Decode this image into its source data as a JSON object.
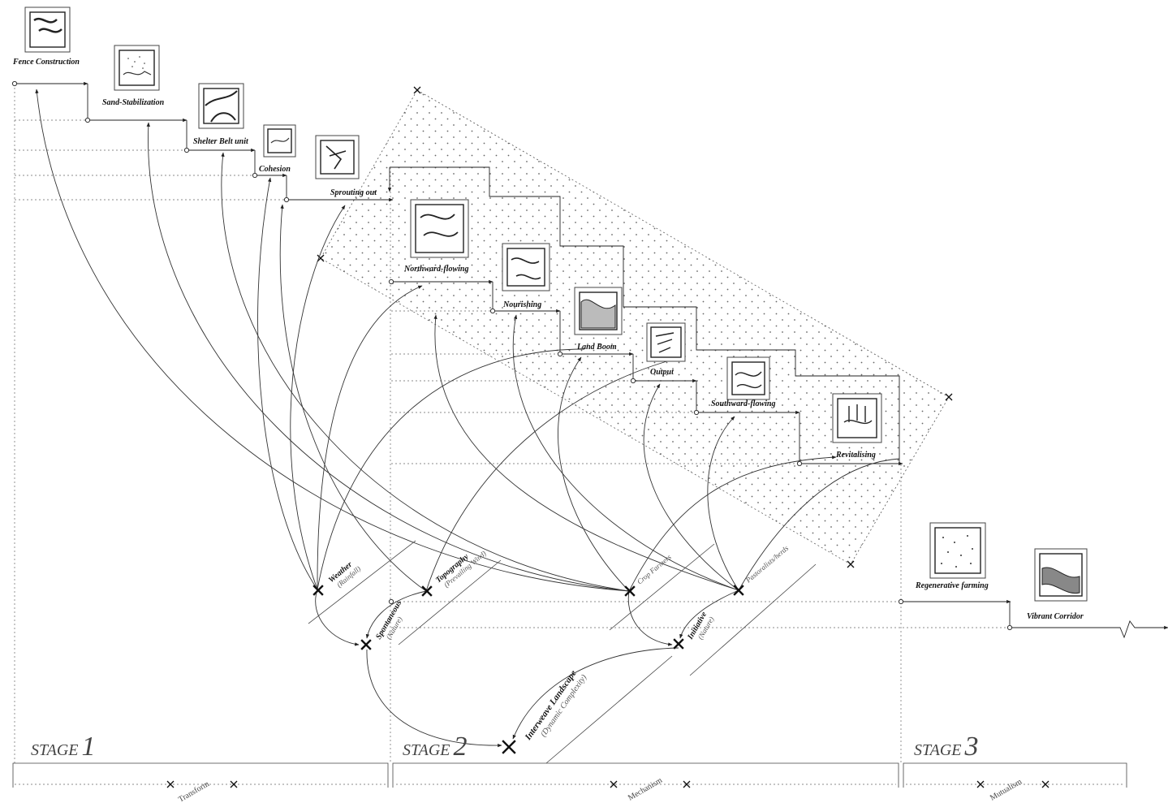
{
  "stage1": {
    "steps": [
      {
        "label": "Fence Construction",
        "icon": "fence-icon"
      },
      {
        "label": "Sand-Stabilization",
        "icon": "sand-icon"
      },
      {
        "label": "Shelter Belt unit",
        "icon": "shelter-belt-icon"
      },
      {
        "label": "Cohesion",
        "icon": "cohesion-icon"
      },
      {
        "label": "Sprouting out",
        "icon": "sprout-icon"
      }
    ]
  },
  "stage2": {
    "steps": [
      {
        "label": "Northward-flowing",
        "icon": "river-north-icon"
      },
      {
        "label": "Nourishing",
        "icon": "nourish-icon"
      },
      {
        "label": "Land Boom",
        "icon": "land-boom-icon"
      },
      {
        "label": "Output",
        "icon": "output-icon"
      },
      {
        "label": "Southward-flowing",
        "icon": "river-south-icon"
      },
      {
        "label": "Revitalising",
        "icon": "revitalise-icon"
      }
    ]
  },
  "stage3": {
    "steps": [
      {
        "label": "Regenerative farming",
        "icon": "farming-icon"
      },
      {
        "label": "Vibrant Corridor",
        "icon": "corridor-icon"
      }
    ]
  },
  "factors": {
    "weather": {
      "label": "Weather",
      "note": "(Rainfall)"
    },
    "topography": {
      "label": "Topography",
      "note": "(Prevailing Wind)"
    },
    "spontaneous": {
      "label": "Spontaneous",
      "note": "(Nature)"
    },
    "crop_farmers": {
      "note": "Crop Farmers"
    },
    "pastoralists": {
      "note": "Pastoralists/herds"
    },
    "initiative": {
      "label": "Initiative",
      "note": "(Nature)"
    },
    "interweave": {
      "label": "Interweave Landscape",
      "note": "(Dynamic Complexity)"
    }
  },
  "stage_titles": {
    "s1": {
      "word": "STAGE",
      "num": "1"
    },
    "s2": {
      "word": "STAGE",
      "num": "2"
    },
    "s3": {
      "word": "STAGE",
      "num": "3"
    }
  },
  "bottom_bars": {
    "b1": "Transform",
    "b2": "Mechanism",
    "b3": "Mutualism"
  }
}
